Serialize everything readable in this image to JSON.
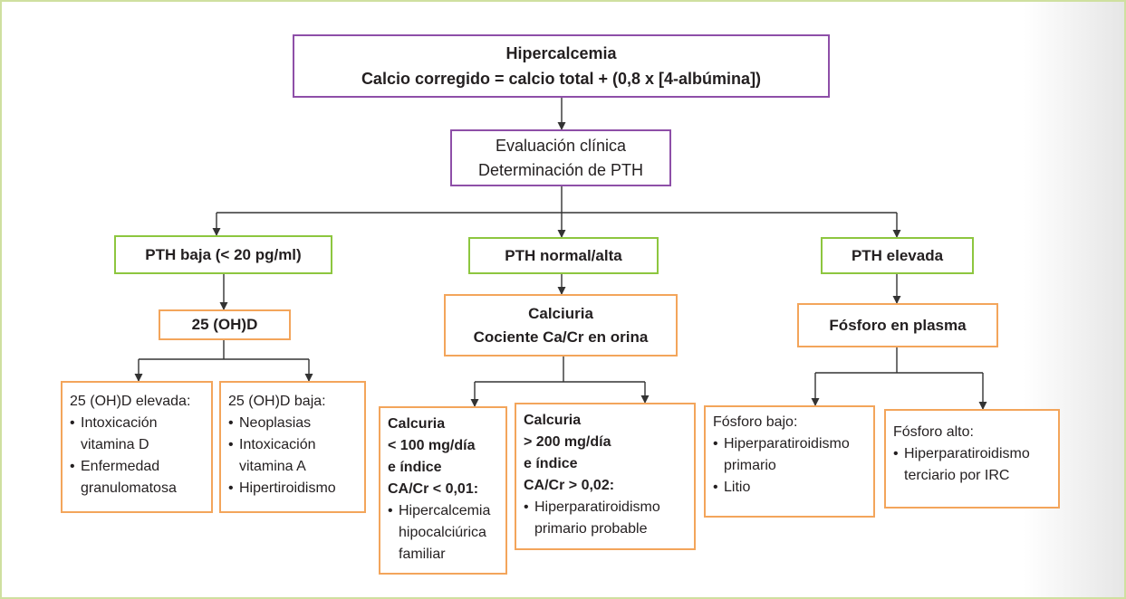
{
  "colors": {
    "purple": "#8e4fa8",
    "green": "#8dc63f",
    "orange": "#f3a55b",
    "line": "#333333"
  },
  "nodes": {
    "root": {
      "title": "Hipercalcemia",
      "formula": "Calcio corregido = calcio total + (0,8 x [4-albúmina])"
    },
    "eval": {
      "line1": "Evaluación clínica",
      "line2": "Determinación de PTH"
    },
    "pth_low": {
      "label": "PTH baja (< 20 pg/ml)"
    },
    "pth_normal": {
      "label": "PTH normal/alta"
    },
    "pth_high": {
      "label": "PTH elevada"
    },
    "vitd": {
      "label": "25 (OH)D"
    },
    "calciuria": {
      "line1": "Calciuria",
      "line2": "Cociente Ca/Cr en orina"
    },
    "phosphorus": {
      "label": "Fósforo en plasma"
    },
    "vitd_high": {
      "heading": "25 (OH)D elevada:",
      "items": [
        "Intoxicación\nvitamina D",
        "Enfermedad\ngranulomatosa"
      ]
    },
    "vitd_low": {
      "heading": "25 (OH)D baja:",
      "items": [
        "Neoplasias",
        "Intoxicación\nvitamina A",
        "Hipertiroidismo"
      ]
    },
    "calc_low": {
      "heading": "Calcuria\n< 100 mg/día\ne índice\nCA/Cr < 0,01:",
      "items": [
        "Hipercalcemia\nhipocalciúrica\nfamiliar"
      ]
    },
    "calc_high": {
      "heading": "Calcuria\n> 200 mg/día\ne índice\nCA/Cr > 0,02:",
      "items": [
        "Hiperparatiroidismo\nprimario probable"
      ]
    },
    "phos_low": {
      "heading": "Fósforo bajo:",
      "items": [
        "Hiperparatiroidismo\nprimario",
        "Litio"
      ]
    },
    "phos_high": {
      "heading": "Fósforo alto:",
      "items": [
        "Hiperparatiroidismo\nterciario por IRC"
      ]
    }
  }
}
